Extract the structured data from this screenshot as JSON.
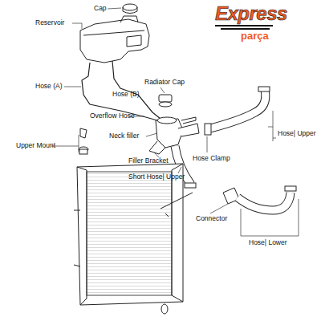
{
  "diagram": {
    "labels": [
      "Express",
      "parça",
      "Cap",
      "Reservoir",
      "Hose (A)",
      "Hose (B)",
      "Radiator Cap",
      "Overflow Hose",
      "Neck filler",
      "Upper Mount",
      "Filler Bracket",
      "Hose Clamp",
      "Hose| Upper",
      "Short Hose| Upper",
      "Connector",
      "Hose| Lower"
    ]
  }
}
